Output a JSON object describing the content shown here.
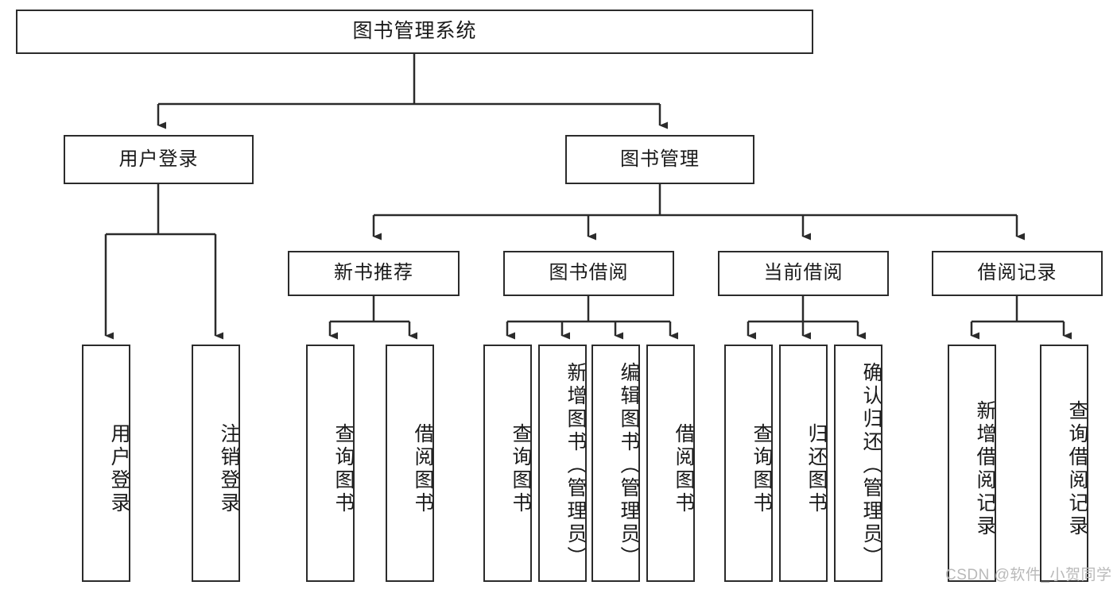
{
  "diagram": {
    "type": "tree",
    "title": "图书管理系统",
    "watermark": "CSDN @软件_小贺同学",
    "colors": {
      "box_border": "#2b2b2b",
      "box_fill": "#ffffff",
      "connector": "#2b2b2b",
      "text": "#1a1a1a",
      "watermark": "#b9b9b9",
      "background": "#ffffff"
    },
    "nodes": {
      "root": {
        "label": "图书管理系统"
      },
      "level1": [
        {
          "label": "用户登录"
        },
        {
          "label": "图书管理"
        }
      ],
      "level2": [
        {
          "label": "新书推荐"
        },
        {
          "label": "图书借阅"
        },
        {
          "label": "当前借阅"
        },
        {
          "label": "借阅记录"
        }
      ],
      "leaves_user_login": [
        {
          "label": "用户登录"
        },
        {
          "label": "注销登录"
        }
      ],
      "leaves_new_book": [
        {
          "label": "查询图书"
        },
        {
          "label": "借阅图书"
        }
      ],
      "leaves_borrow": [
        {
          "label": "查询图书"
        },
        {
          "label": "新增图书（管理员）"
        },
        {
          "label": "编辑图书（管理员）"
        },
        {
          "label": "借阅图书"
        }
      ],
      "leaves_current": [
        {
          "label": "查询图书"
        },
        {
          "label": "归还图书"
        },
        {
          "label": "确认归还（管理员）"
        }
      ],
      "leaves_record": [
        {
          "label": "新增借阅记录"
        },
        {
          "label": "查询借阅记录"
        }
      ]
    }
  }
}
